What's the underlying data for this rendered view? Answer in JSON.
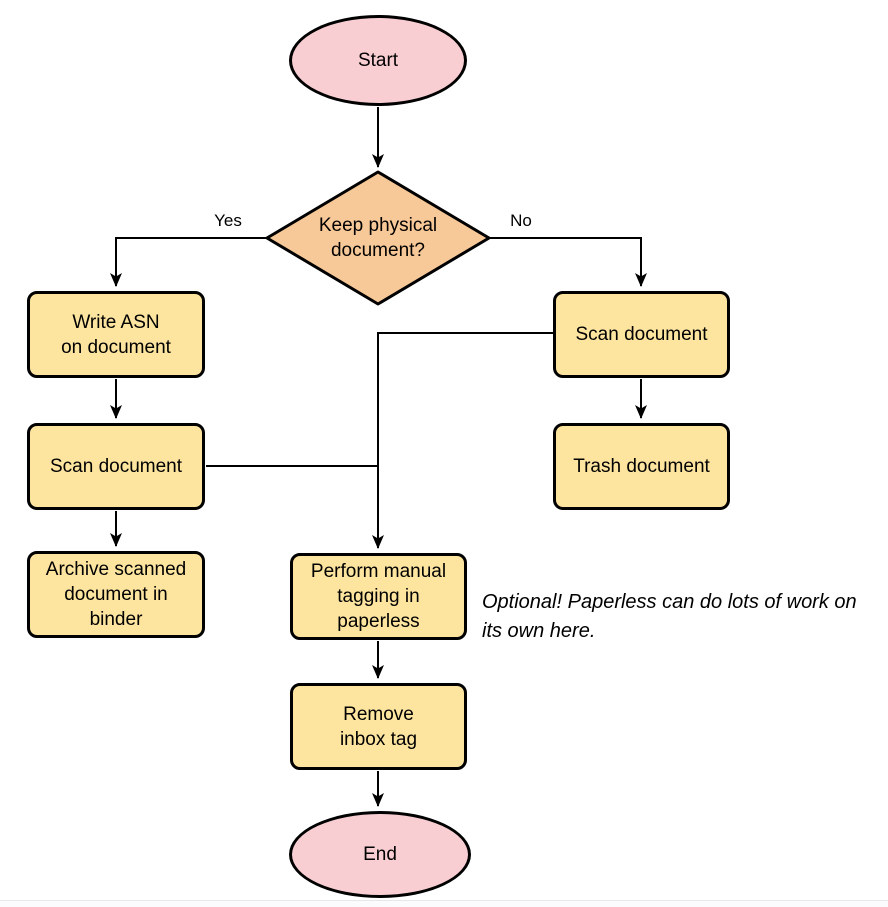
{
  "diagram": {
    "title_hint": "Document intake flowchart",
    "nodes": {
      "start": {
        "label": "Start"
      },
      "decision": {
        "label": "Keep physical\ndocument?"
      },
      "write_asn": {
        "label": "Write ASN\non document"
      },
      "scan_left": {
        "label": "Scan document"
      },
      "archive": {
        "label": "Archive scanned\ndocument in\nbinder"
      },
      "scan_right": {
        "label": "Scan document"
      },
      "trash": {
        "label": "Trash document"
      },
      "tagging": {
        "label": "Perform manual\ntagging in\npaperless"
      },
      "remove_inbox": {
        "label": "Remove\ninbox tag"
      },
      "end": {
        "label": "End"
      }
    },
    "edge_labels": {
      "yes": "Yes",
      "no": "No"
    },
    "note": "Optional! Paperless can do lots of work on\nits own here.",
    "colors": {
      "terminal_fill": "#f8ced3",
      "decision_fill": "#f8c998",
      "process_fill": "#fde5a0",
      "stroke": "#000000"
    }
  }
}
